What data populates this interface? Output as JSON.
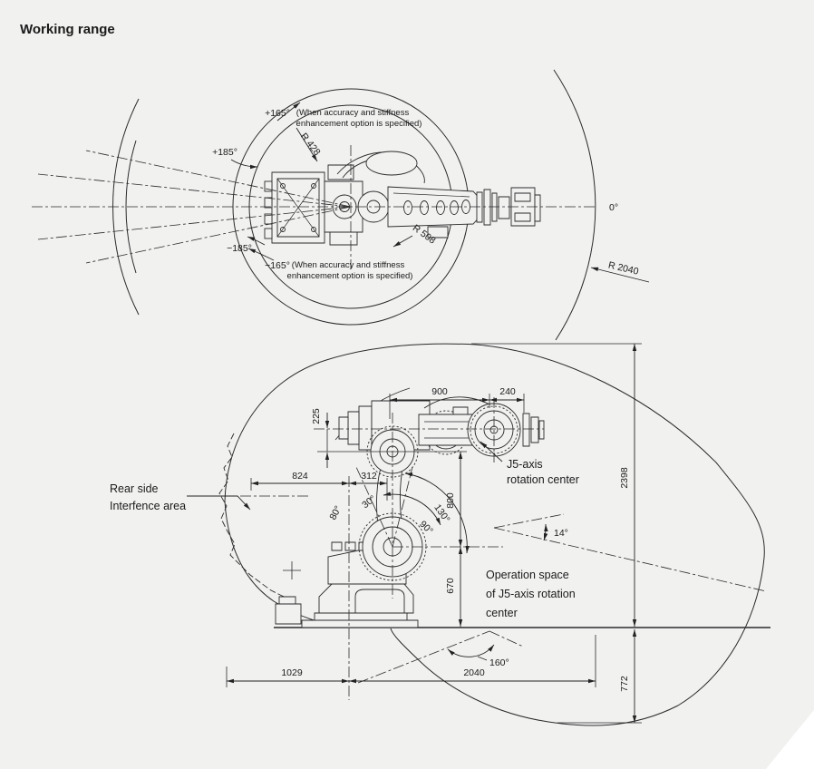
{
  "title": "Working range",
  "colors": {
    "background": "#f1f1f0",
    "line": "#2b2b2b",
    "text": "#1a1a1a",
    "corner": "#ffffff"
  },
  "top_view": {
    "angle_plus_165": "+165°",
    "angle_plus_165_note_1": "(When accuracy and stiffness",
    "angle_plus_165_note_2": "enhancement option is specified)",
    "angle_plus_185": "+185°",
    "angle_minus_185": "−185°",
    "angle_minus_165": "−165°",
    "angle_minus_165_note_1": "(When accuracy and stiffness",
    "angle_minus_165_note_2": "enhancement option is specified)",
    "angle_zero": "0°",
    "radius_r428": "R 428",
    "radius_r508": "R 508",
    "radius_r2040": "R 2040"
  },
  "side_view": {
    "dim_900": "900",
    "dim_240": "240",
    "dim_225": "225",
    "dim_824": "824",
    "dim_312": "312",
    "dim_800": "800",
    "dim_670": "670",
    "dim_1029": "1029",
    "dim_2040": "2040",
    "dim_2398": "2398",
    "dim_772": "772",
    "angle_80": "80°",
    "angle_30": "30°",
    "angle_130": "130°",
    "angle_90": "90°",
    "angle_14": "14°",
    "angle_160": "160°",
    "j5_label_1": "J5-axis",
    "j5_label_2": "rotation center",
    "operation_space_1": "Operation space",
    "operation_space_2": "of J5-axis rotation",
    "operation_space_3": "center",
    "rear_side_1": "Rear side",
    "rear_side_2": "Interfence area"
  }
}
